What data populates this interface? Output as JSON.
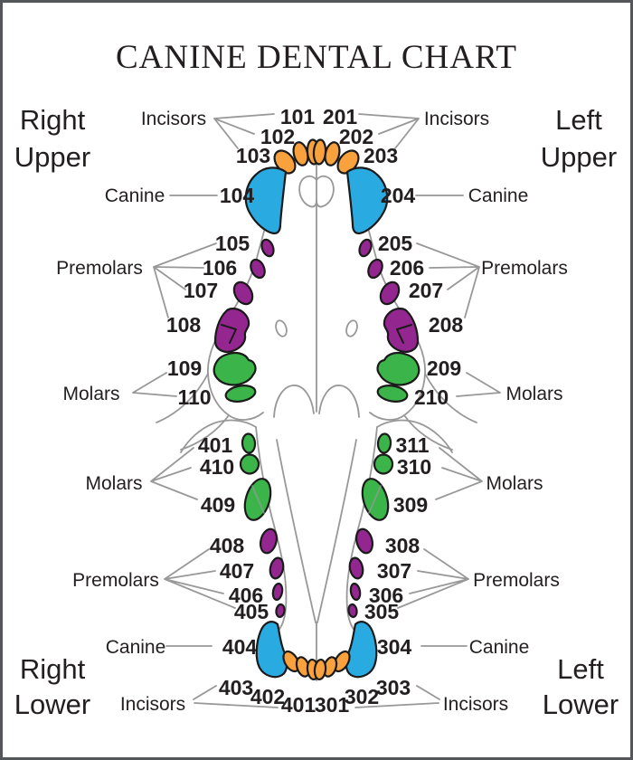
{
  "title": "CANINE DENTAL CHART",
  "corner_labels": {
    "right_upper": [
      "Right",
      "Upper"
    ],
    "left_upper": [
      "Left",
      "Upper"
    ],
    "right_lower": [
      "Right",
      "Lower"
    ],
    "left_lower": [
      "Left",
      "Lower"
    ]
  },
  "tooth_type_labels": {
    "incisors": "Incisors",
    "canine": "Canine",
    "premolars": "Premolars",
    "molars": "Molars"
  },
  "tooth_numbers": {
    "upper_right": {
      "incisors": [
        "101",
        "102",
        "103"
      ],
      "canine": "104",
      "premolars": [
        "105",
        "106",
        "107",
        "108"
      ],
      "molars": [
        "109",
        "110"
      ]
    },
    "upper_left": {
      "incisors": [
        "201",
        "202",
        "203"
      ],
      "canine": "204",
      "premolars": [
        "205",
        "206",
        "207",
        "208"
      ],
      "molars": [
        "209",
        "210"
      ]
    },
    "lower_right": {
      "molars": [
        "401",
        "410",
        "409"
      ],
      "premolars": [
        "408",
        "407",
        "406",
        "405"
      ],
      "canine": "404",
      "incisors": [
        "403",
        "402",
        "401"
      ]
    },
    "lower_left": {
      "molars": [
        "311",
        "310",
        "309"
      ],
      "premolars": [
        "308",
        "307",
        "306",
        "305"
      ],
      "canine": "304",
      "incisors": [
        "303",
        "302",
        "301"
      ]
    }
  },
  "colors": {
    "incisor": "#F9A13C",
    "canine": "#29ABE2",
    "premolar": "#93278F",
    "molar": "#3BB54A",
    "outline": "#989898",
    "tooth_stroke": "#1A1A1A",
    "text": "#231F20",
    "border": "#55565A"
  }
}
